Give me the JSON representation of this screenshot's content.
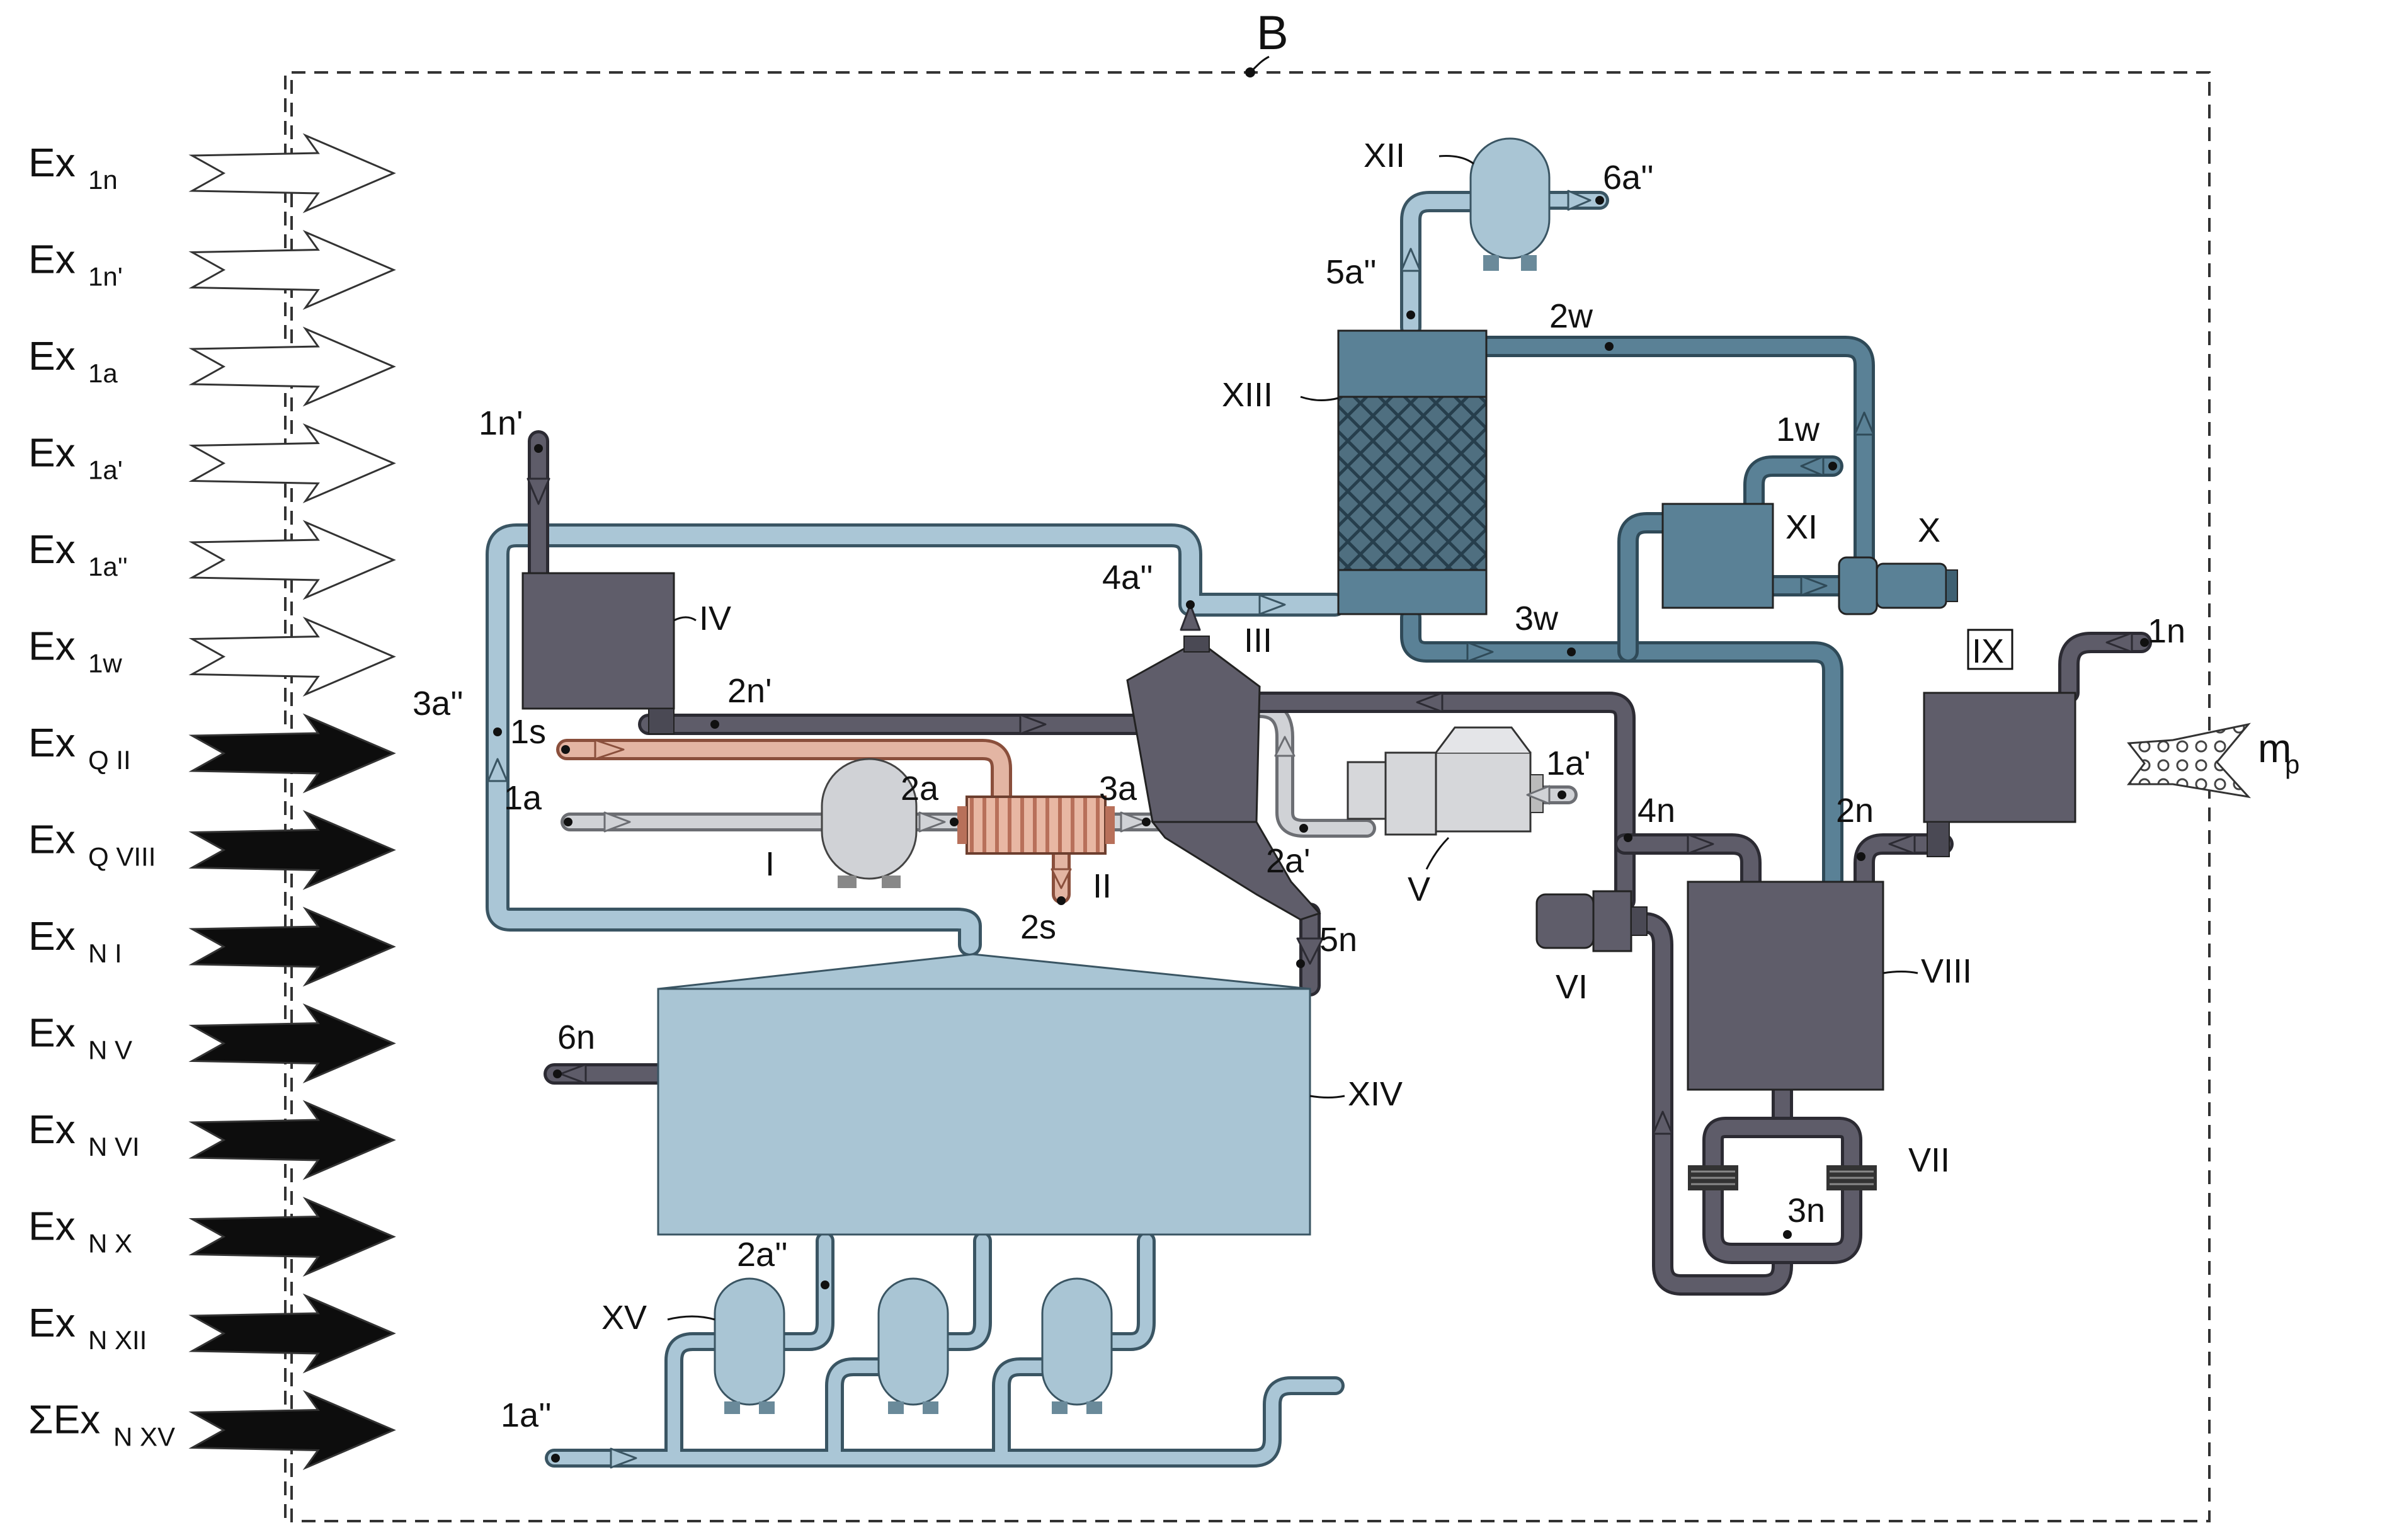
{
  "boundary_label": "B",
  "colors": {
    "dark_pipe": "#5e5c69",
    "light_blue_pipe": "#aac6d6",
    "mid_blue_pipe": "#5a8196",
    "salmon_pipe": "#e3b5a3",
    "grey_pipe": "#d0d2d6",
    "tank_fill": "#a9c5d4",
    "dark_fill": "#5f5d6a"
  },
  "inputs": {
    "open": [
      {
        "main": "Ex",
        "sub": "1n"
      },
      {
        "main": "Ex",
        "sub": "1n'"
      },
      {
        "main": "Ex",
        "sub": "1a"
      },
      {
        "main": "Ex",
        "sub": "1a'"
      },
      {
        "main": "Ex",
        "sub": "1a''"
      },
      {
        "main": "Ex",
        "sub": "1w"
      }
    ],
    "filled": [
      {
        "main": "Ex",
        "sub": "Q II"
      },
      {
        "main": "Ex",
        "sub": "Q VIII"
      },
      {
        "main": "Ex",
        "sub": "N I"
      },
      {
        "main": "Ex",
        "sub": "N V"
      },
      {
        "main": "Ex",
        "sub": "N VI"
      },
      {
        "main": "Ex",
        "sub": "N X"
      },
      {
        "main": "Ex",
        "sub": "N XII"
      },
      {
        "main": "ΣEx",
        "sub": "N XV"
      }
    ]
  },
  "output": {
    "main": "m",
    "sub": "p"
  },
  "components": {
    "I": "I",
    "II": "II",
    "III": "III",
    "IV": "IV",
    "V": "V",
    "VI": "VI",
    "VII": "VII",
    "VIII": "VIII",
    "IX": "IX",
    "X": "X",
    "XI": "XI",
    "XII": "XII",
    "XIII": "XIII",
    "XIV": "XIV",
    "XV": "XV"
  },
  "streams": {
    "s1n": "1n",
    "s1n_p": "1n'",
    "s2n": "2n",
    "s2n_p": "2n'",
    "s3n": "3n",
    "s4n": "4n",
    "s5n": "5n",
    "s6n": "6n",
    "s1a": "1a",
    "s1a_p": "1a'",
    "s1a_pp": "1a''",
    "s2a": "2a",
    "s2a_p": "2a'",
    "s2a_pp": "2a''",
    "s3a": "3a",
    "s3a_pp": "3a''",
    "s4a_pp": "4a''",
    "s5a_pp": "5a''",
    "s6a_pp": "6a''",
    "s1s": "1s",
    "s2s": "2s",
    "s1w": "1w",
    "s2w": "2w",
    "s3w": "3w"
  }
}
